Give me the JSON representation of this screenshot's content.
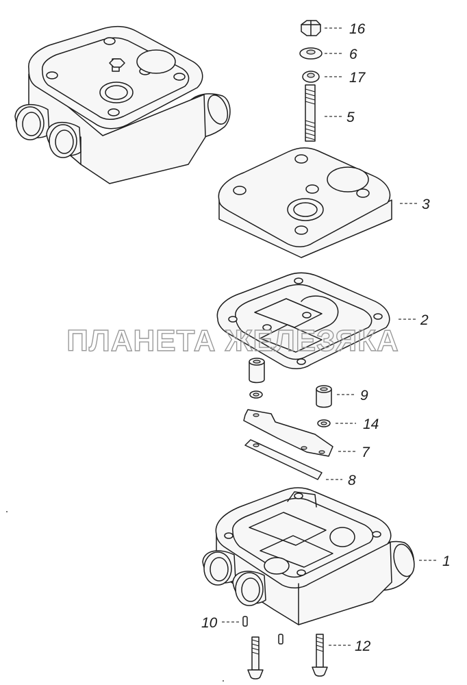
{
  "watermark": "ПЛАНЕТА ЖЕЛЕЗЯКА",
  "callouts": [
    {
      "id": "16",
      "label": "16"
    },
    {
      "id": "6",
      "label": "6"
    },
    {
      "id": "17",
      "label": "17"
    },
    {
      "id": "5",
      "label": "5"
    },
    {
      "id": "3",
      "label": "3"
    },
    {
      "id": "2",
      "label": "2"
    },
    {
      "id": "9",
      "label": "9"
    },
    {
      "id": "14",
      "label": "14"
    },
    {
      "id": "7",
      "label": "7"
    },
    {
      "id": "8",
      "label": "8"
    },
    {
      "id": "1",
      "label": "1"
    },
    {
      "id": "10",
      "label": "10"
    },
    {
      "id": "12",
      "label": "12"
    }
  ]
}
